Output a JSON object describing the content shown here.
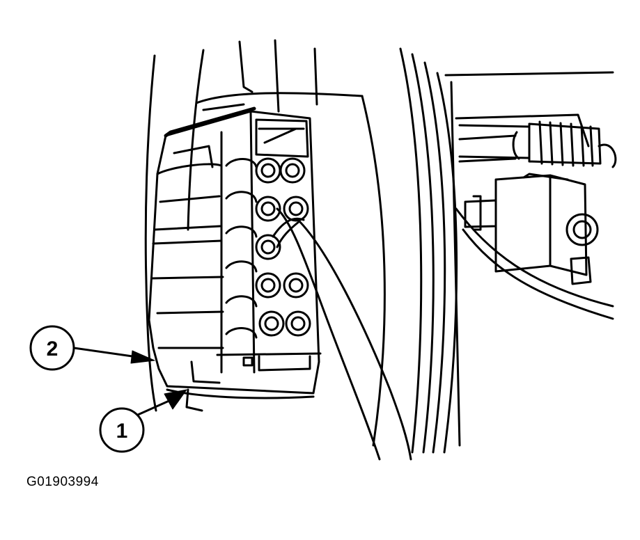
{
  "callouts": [
    {
      "id": "2",
      "label": "2"
    },
    {
      "id": "1",
      "label": "1"
    }
  ],
  "figure_id": "G01903994",
  "colors": {
    "line": "#000000",
    "background": "#ffffff"
  }
}
